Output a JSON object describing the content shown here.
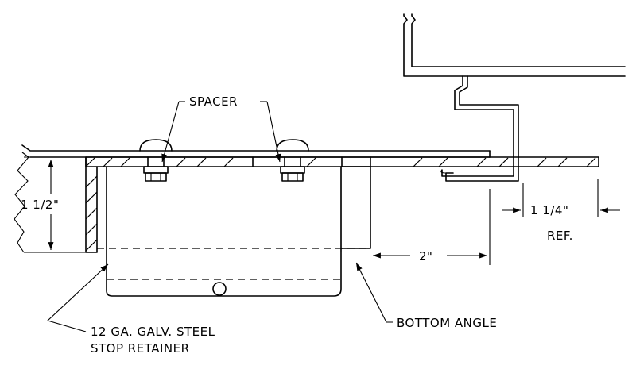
{
  "labels": {
    "spacer": "SPACER",
    "dim_left": "1 1/2\"",
    "dim_right": "1 1/4\"",
    "ref": "REF.",
    "dim_bottom": "2\"",
    "retainer_line1": "12 GA. GALV. STEEL",
    "retainer_line2": "STOP RETAINER",
    "bottom_angle": "BOTTOM ANGLE"
  }
}
